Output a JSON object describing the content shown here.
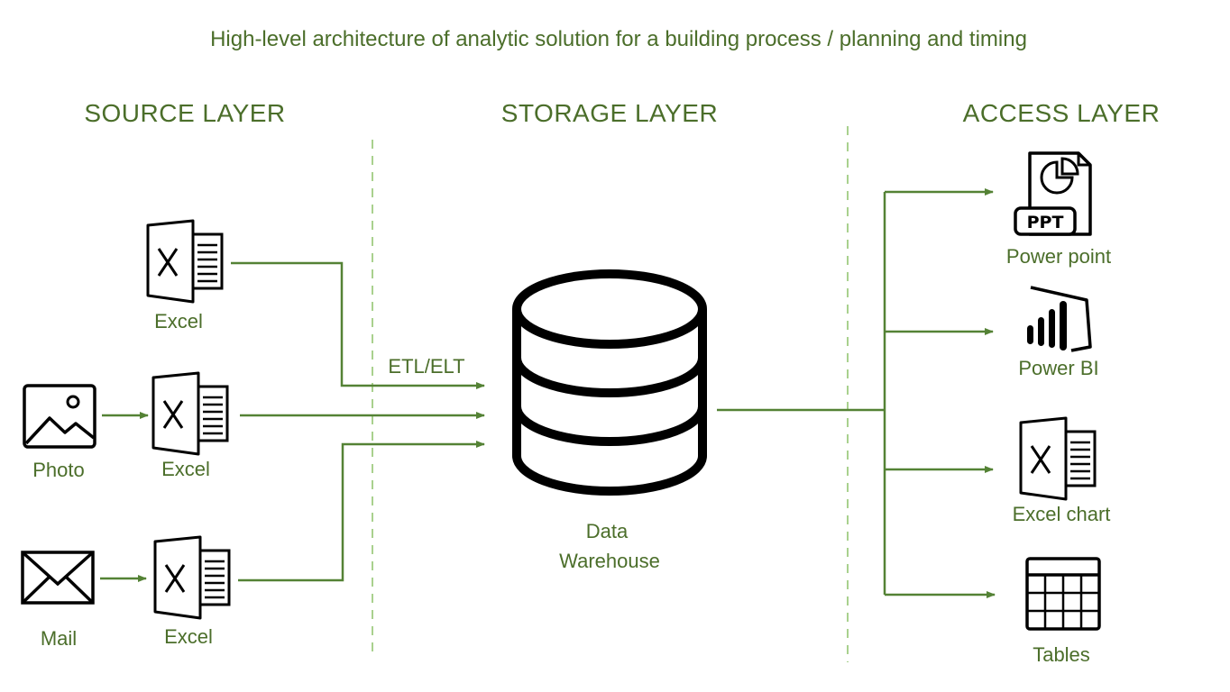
{
  "title": "High-level architecture of analytic solution for a building process / planning and timing",
  "layers": {
    "source": "SOURCE LAYER",
    "storage": "STORAGE LAYER",
    "access": "ACCESS LAYER"
  },
  "source": {
    "excel_top": "Excel",
    "photo": "Photo",
    "excel_mid": "Excel",
    "mail": "Mail",
    "excel_bottom": "Excel"
  },
  "etl_label": "ETL/ELT",
  "storage": {
    "line1": "Data",
    "line2": "Warehouse"
  },
  "access": {
    "powerpoint": "Power point",
    "ppt_badge": "PPT",
    "powerbi": "Power BI",
    "excel_chart": "Excel chart",
    "tables": "Tables"
  },
  "colors": {
    "accent": "#548235",
    "text": "#4b6e2a",
    "divider": "#a9d18e",
    "icon": "#000000"
  },
  "icons": [
    "excel-icon",
    "photo-icon",
    "mail-icon",
    "database-icon",
    "powerpoint-icon",
    "powerbi-icon",
    "table-icon"
  ]
}
